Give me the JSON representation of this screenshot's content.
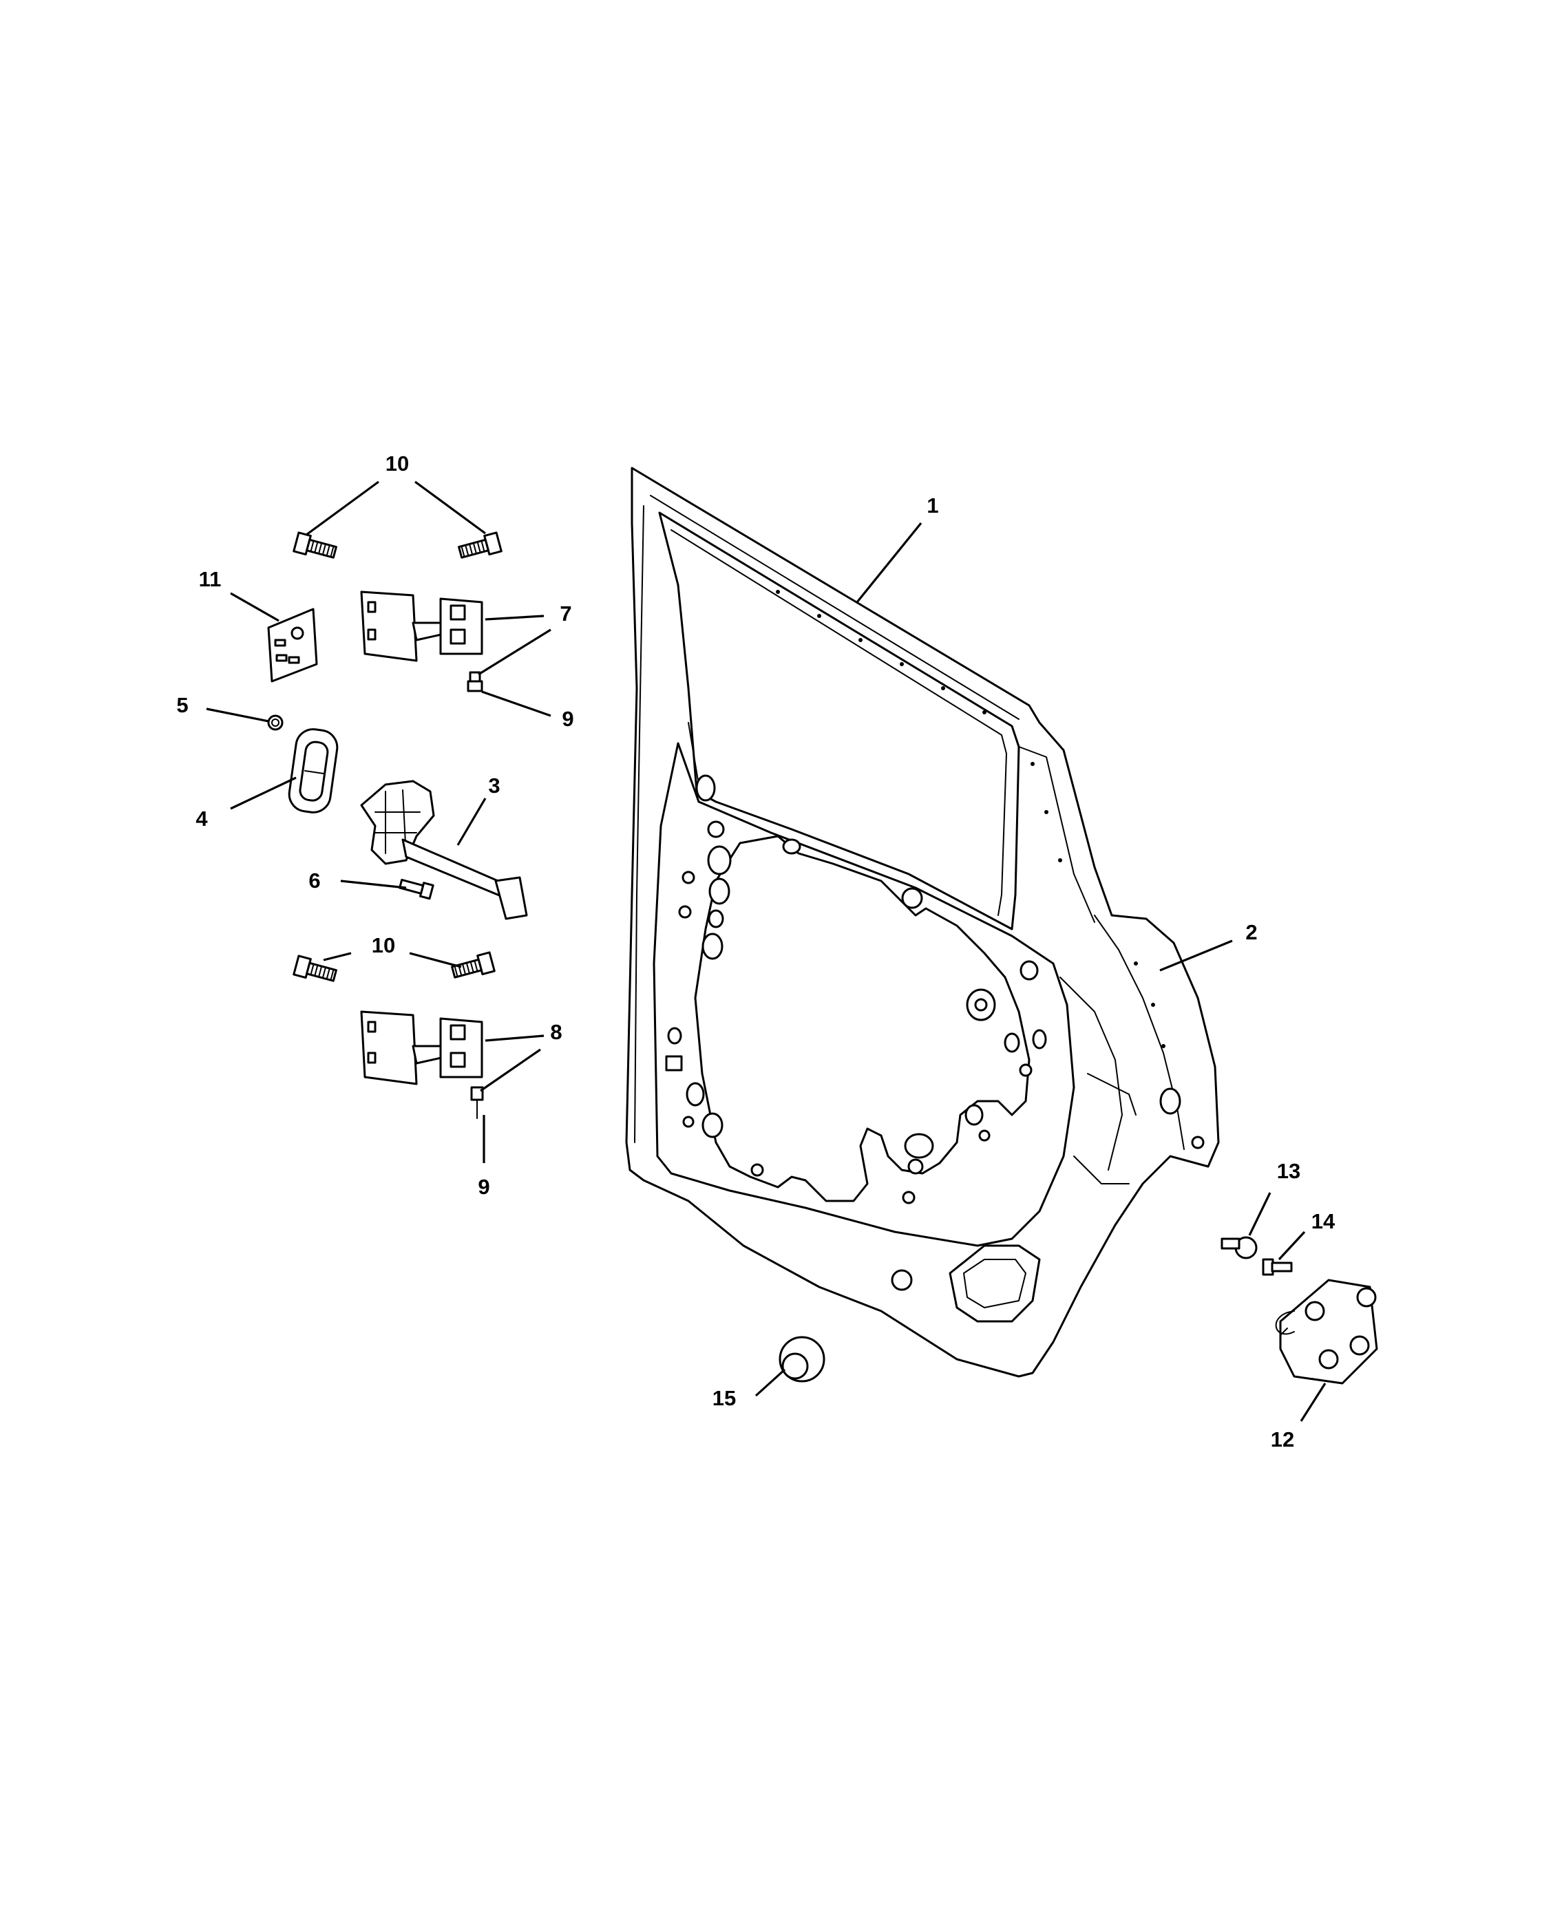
{
  "callouts": [
    {
      "id": "1",
      "text": "1"
    },
    {
      "id": "2",
      "text": "2"
    },
    {
      "id": "3",
      "text": "3"
    },
    {
      "id": "4",
      "text": "4"
    },
    {
      "id": "5",
      "text": "5"
    },
    {
      "id": "6",
      "text": "6"
    },
    {
      "id": "7",
      "text": "7"
    },
    {
      "id": "8",
      "text": "8"
    },
    {
      "id": "9a",
      "text": "9"
    },
    {
      "id": "9b",
      "text": "9"
    },
    {
      "id": "10a",
      "text": "10"
    },
    {
      "id": "10b",
      "text": "10"
    },
    {
      "id": "11",
      "text": "11"
    },
    {
      "id": "12",
      "text": "12"
    },
    {
      "id": "13",
      "text": "13"
    },
    {
      "id": "14",
      "text": "14"
    },
    {
      "id": "15",
      "text": "15"
    }
  ]
}
